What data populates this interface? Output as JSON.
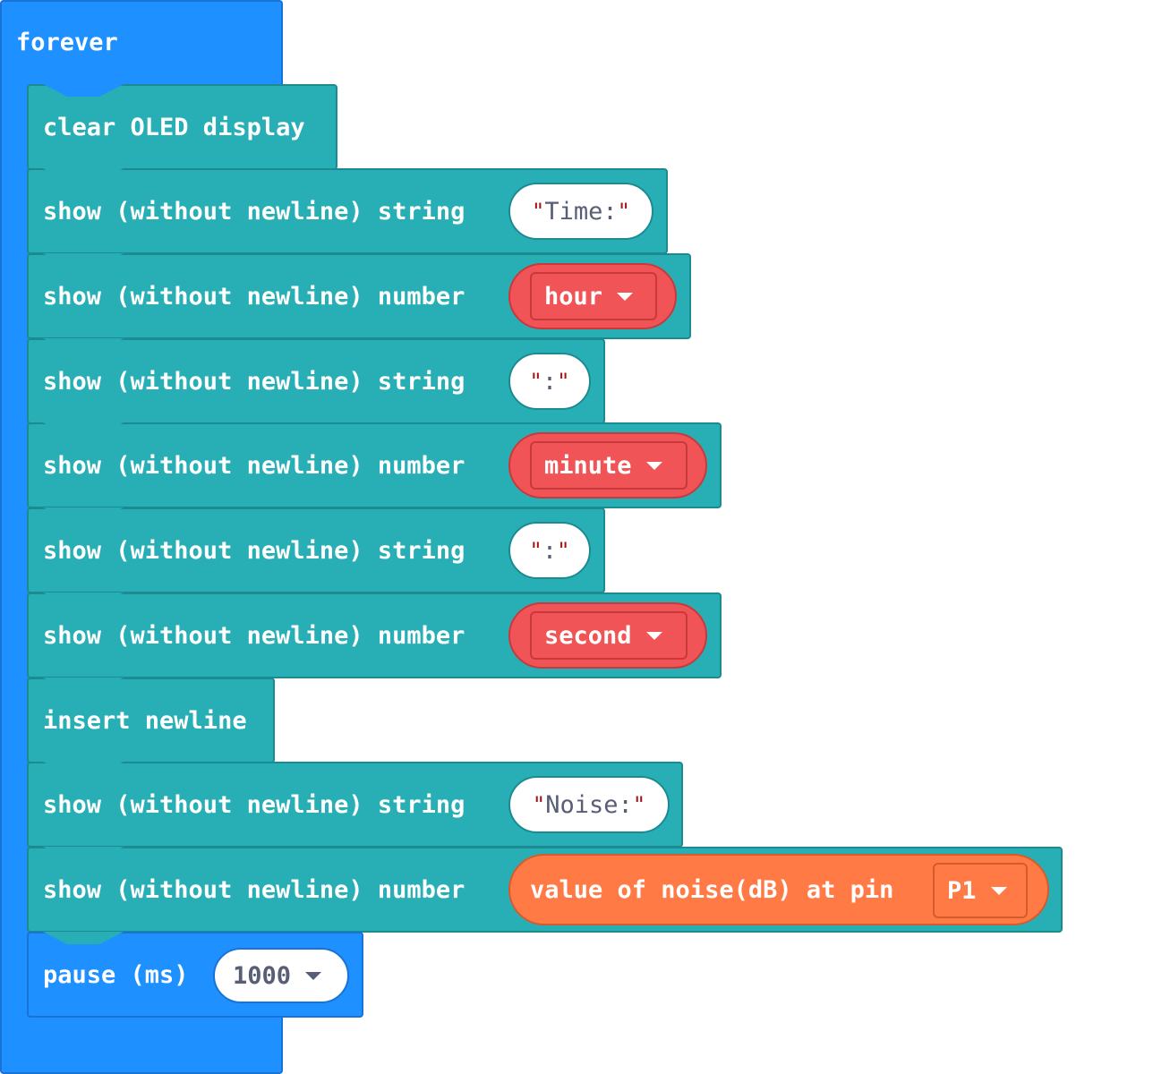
{
  "colors": {
    "loops": "#1e90ff",
    "oled": "#28afb6",
    "variable": "#f05456",
    "sensor": "#ff7a45"
  },
  "forever": {
    "label": "forever"
  },
  "blocks": [
    {
      "text": "clear OLED display"
    },
    {
      "text": "show (without newline) string",
      "value": "Time:"
    },
    {
      "text": "show (without newline) number",
      "variable": "hour"
    },
    {
      "text": "show (without newline) string",
      "value": ":"
    },
    {
      "text": "show (without newline) number",
      "variable": "minute"
    },
    {
      "text": "show (without newline) string",
      "value": ":"
    },
    {
      "text": "show (without newline) number",
      "variable": "second"
    },
    {
      "text": "insert newline"
    },
    {
      "text": "show (without newline) string",
      "value": "Noise:"
    },
    {
      "text": "show (without newline) number",
      "reporter": {
        "text": "value of noise(dB) at pin",
        "pin": "P1"
      }
    }
  ],
  "pause": {
    "label": "pause (ms)",
    "value": "1000"
  },
  "quote": "\""
}
